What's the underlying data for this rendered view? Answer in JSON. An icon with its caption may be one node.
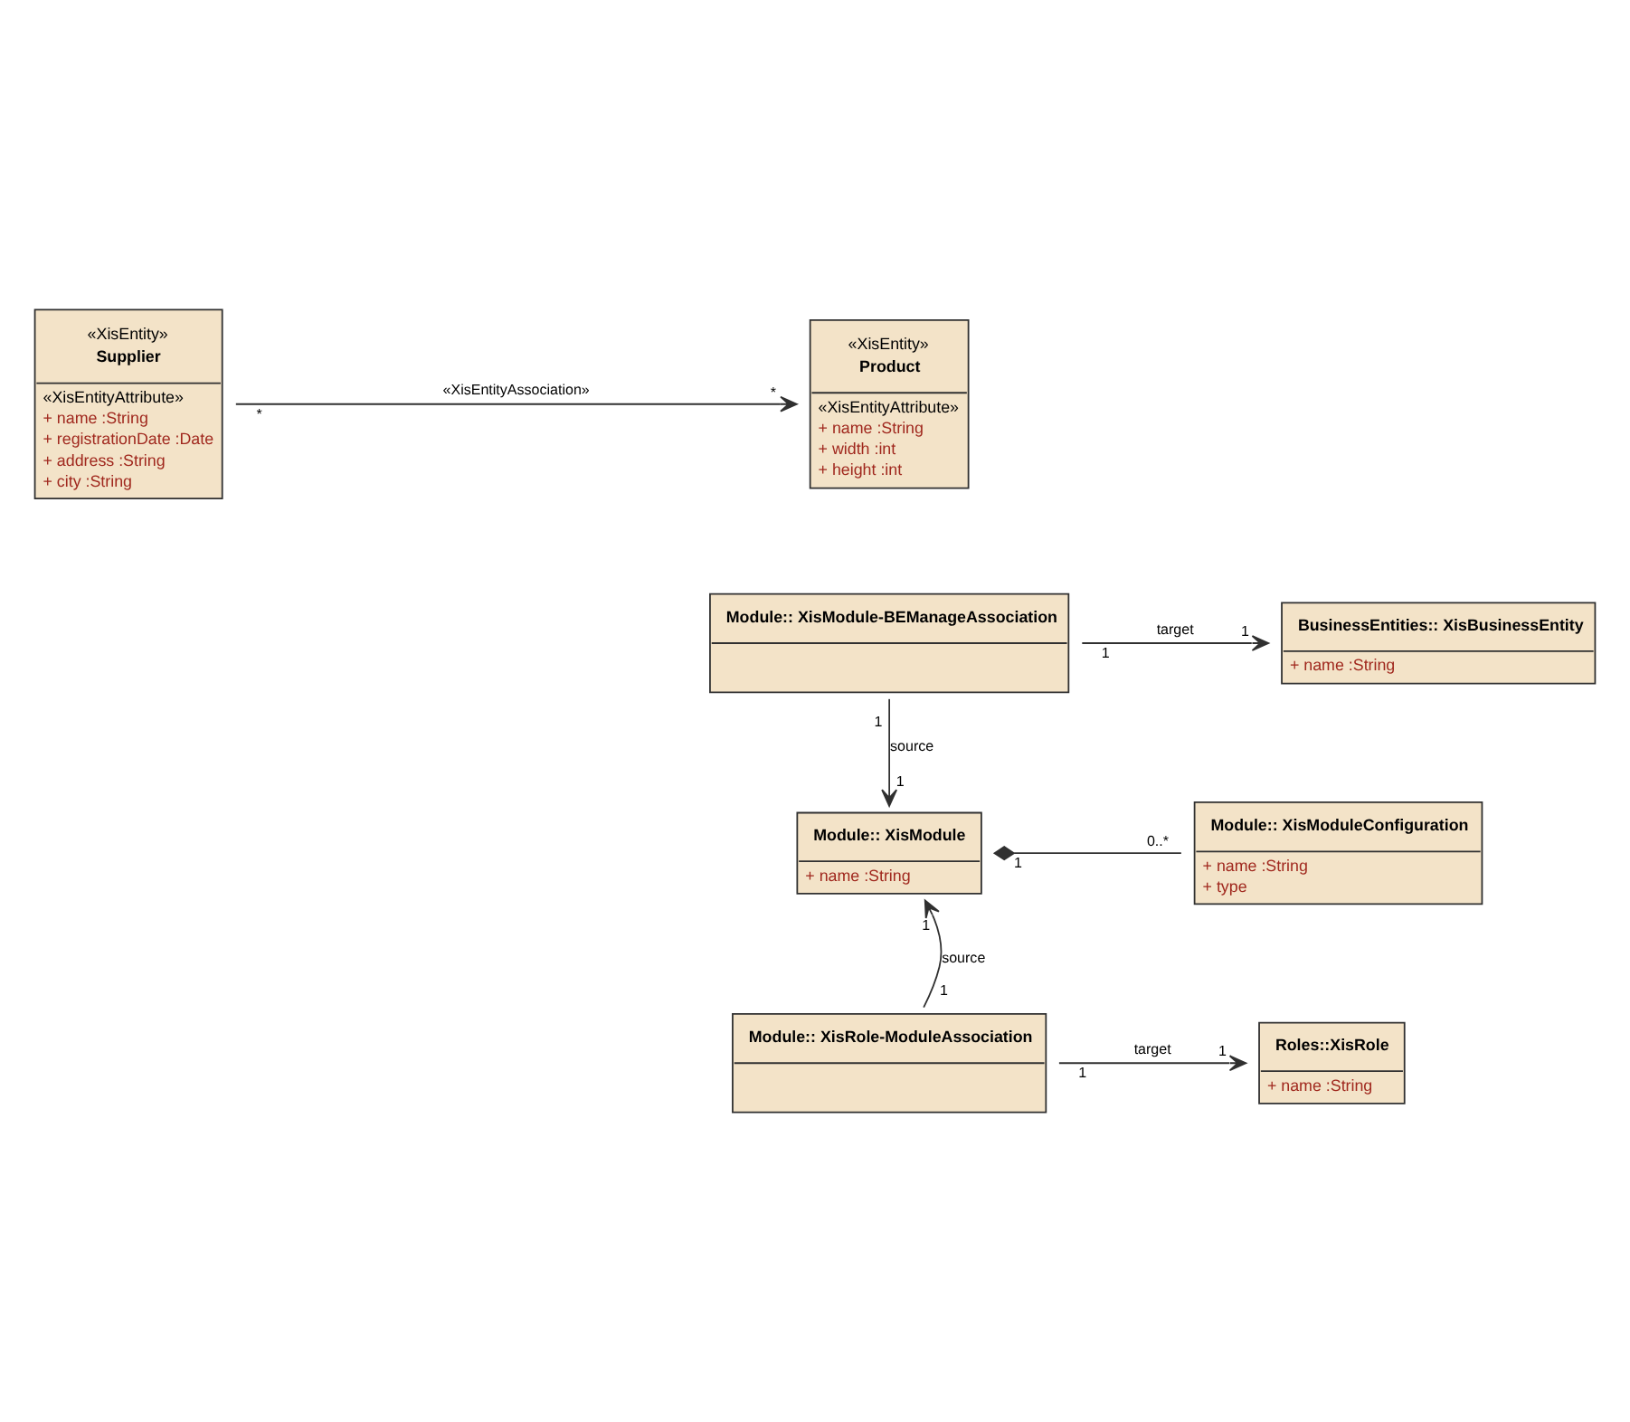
{
  "diagram": {
    "nodes": [
      {
        "text": [
          "«XisEntity»",
          "Product",
          "«XisEntityAttribute»",
          "+ name :String",
          "+ width :int",
          "+ height :int"
        ]
      },
      {
        "text": [
          "«XisEntity»",
          "Supplier",
          "«XisEntityAttribute»",
          "+ name :String",
          "+ registrationDate :Date",
          "+ address :String",
          "+ city :String"
        ]
      },
      {
        "text": [
          "Module:: XisModule-BEManageAssociation"
        ]
      },
      {
        "text": [
          "BusinessEntities:: XisBusinessEntity",
          "+ name :String"
        ]
      },
      {
        "text": [
          "Module:: XisModule",
          "+ name :String"
        ]
      },
      {
        "text": [
          "Module:: XisModuleConfiguration",
          "+ name :String",
          "+ type"
        ]
      },
      {
        "text": [
          "Module:: XisRole-ModuleAssociation"
        ]
      },
      {
        "text": [
          "Roles::XisRole",
          "+ name :String"
        ]
      }
    ],
    "edges": [
      {
        "from": 1,
        "to": 0,
        "arrow": "to",
        "label": "«XisEntityAssociation»"
      },
      {
        "from": 2,
        "to": 3,
        "arrow": "to",
        "label": "target"
      },
      {
        "from": 2,
        "to": 4,
        "arrow": "to",
        "label": "source"
      },
      {
        "from": 4,
        "to": 5,
        "arrow": "other"
      },
      {
        "from": 6,
        "to": 4,
        "arrow": "to",
        "label": "source"
      },
      {
        "from": 6,
        "to": 7,
        "arrow": "to",
        "label": "target"
      }
    ],
    "labels": [
      "*",
      "*",
      "1",
      "1",
      "1",
      "1",
      "1",
      "0..*",
      "1",
      "1",
      "1",
      "1"
    ]
  }
}
